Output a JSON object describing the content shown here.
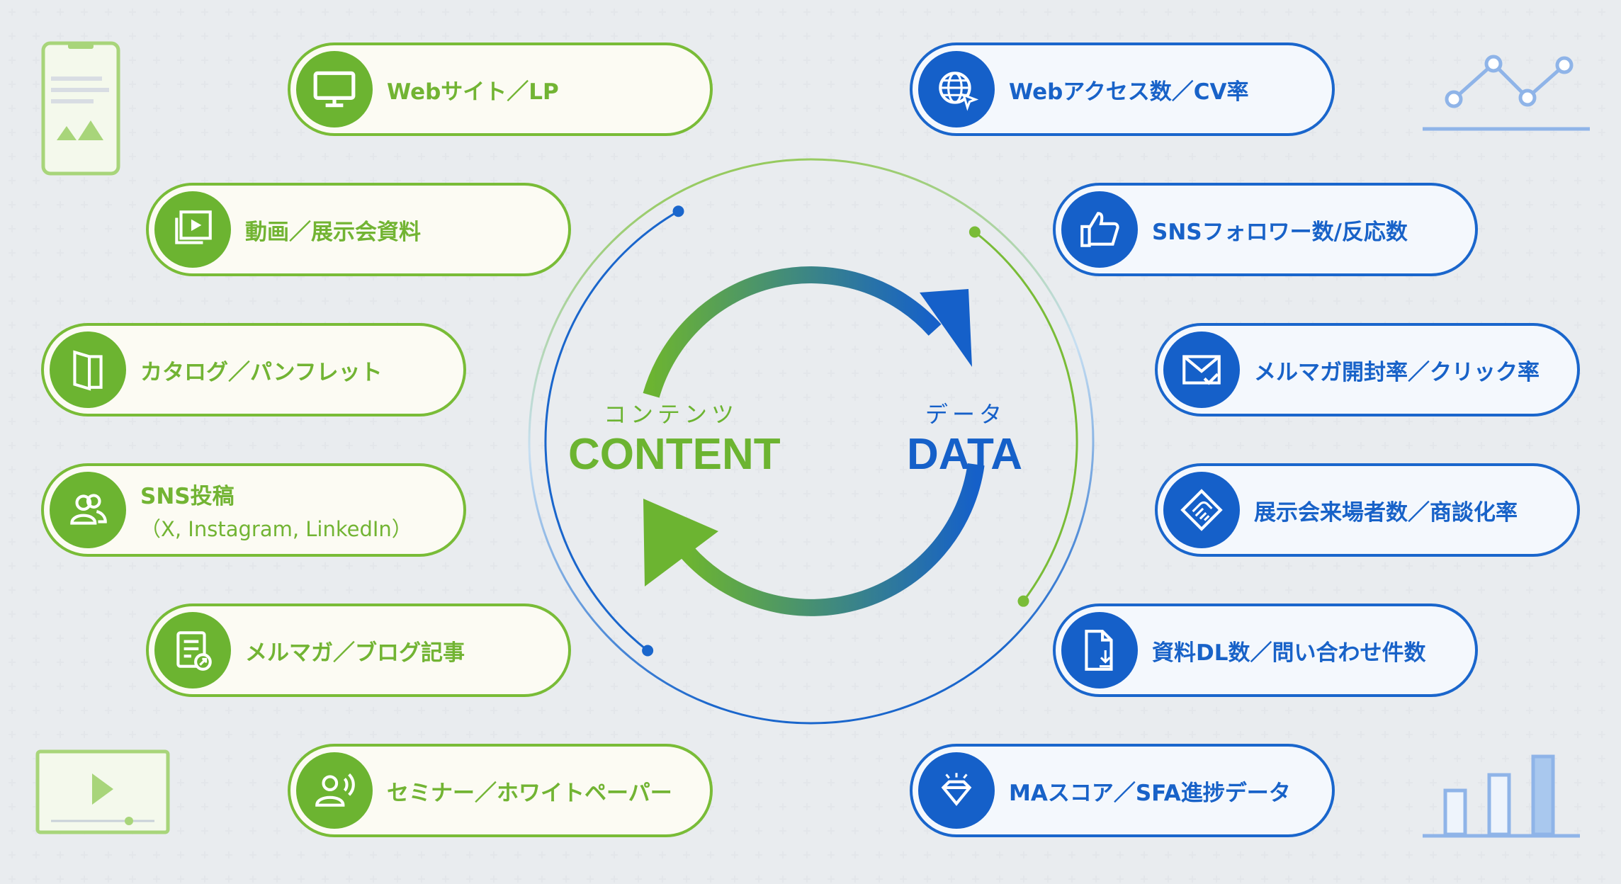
{
  "center": {
    "content_kana": "コンテンツ",
    "content_label": "CONTENT",
    "data_kana": "データ",
    "data_label": "DATA"
  },
  "content_items": [
    {
      "label": "Webサイト／LP",
      "icon": "monitor-icon"
    },
    {
      "label": "動画／展示会資料",
      "icon": "video-slides-icon"
    },
    {
      "label": "カタログ／パンフレット",
      "icon": "brochure-icon"
    },
    {
      "label": "SNS投稿",
      "sub": "（X, Instagram, LinkedIn）",
      "icon": "users-icon"
    },
    {
      "label": "メルマガ／ブログ記事",
      "icon": "article-share-icon"
    },
    {
      "label": "セミナー／ホワイトペーパー",
      "icon": "speaker-icon"
    }
  ],
  "data_items": [
    {
      "label": "Webアクセス数／CV率",
      "icon": "globe-cursor-icon"
    },
    {
      "label": "SNSフォロワー数/反応数",
      "icon": "thumbs-up-icon"
    },
    {
      "label": "メルマガ開封率／クリック率",
      "icon": "mail-check-icon"
    },
    {
      "label": "展示会来場者数／商談化率",
      "icon": "handshake-icon"
    },
    {
      "label": "資料DL数／問い合わせ件数",
      "icon": "file-download-icon"
    },
    {
      "label": "MAスコア／SFA進捗データ",
      "icon": "diamond-icon"
    }
  ],
  "colors": {
    "green": "#6cb431",
    "blue": "#1560c9",
    "green_bg": "#fcfbf3",
    "blue_bg": "#f4f8fd"
  }
}
